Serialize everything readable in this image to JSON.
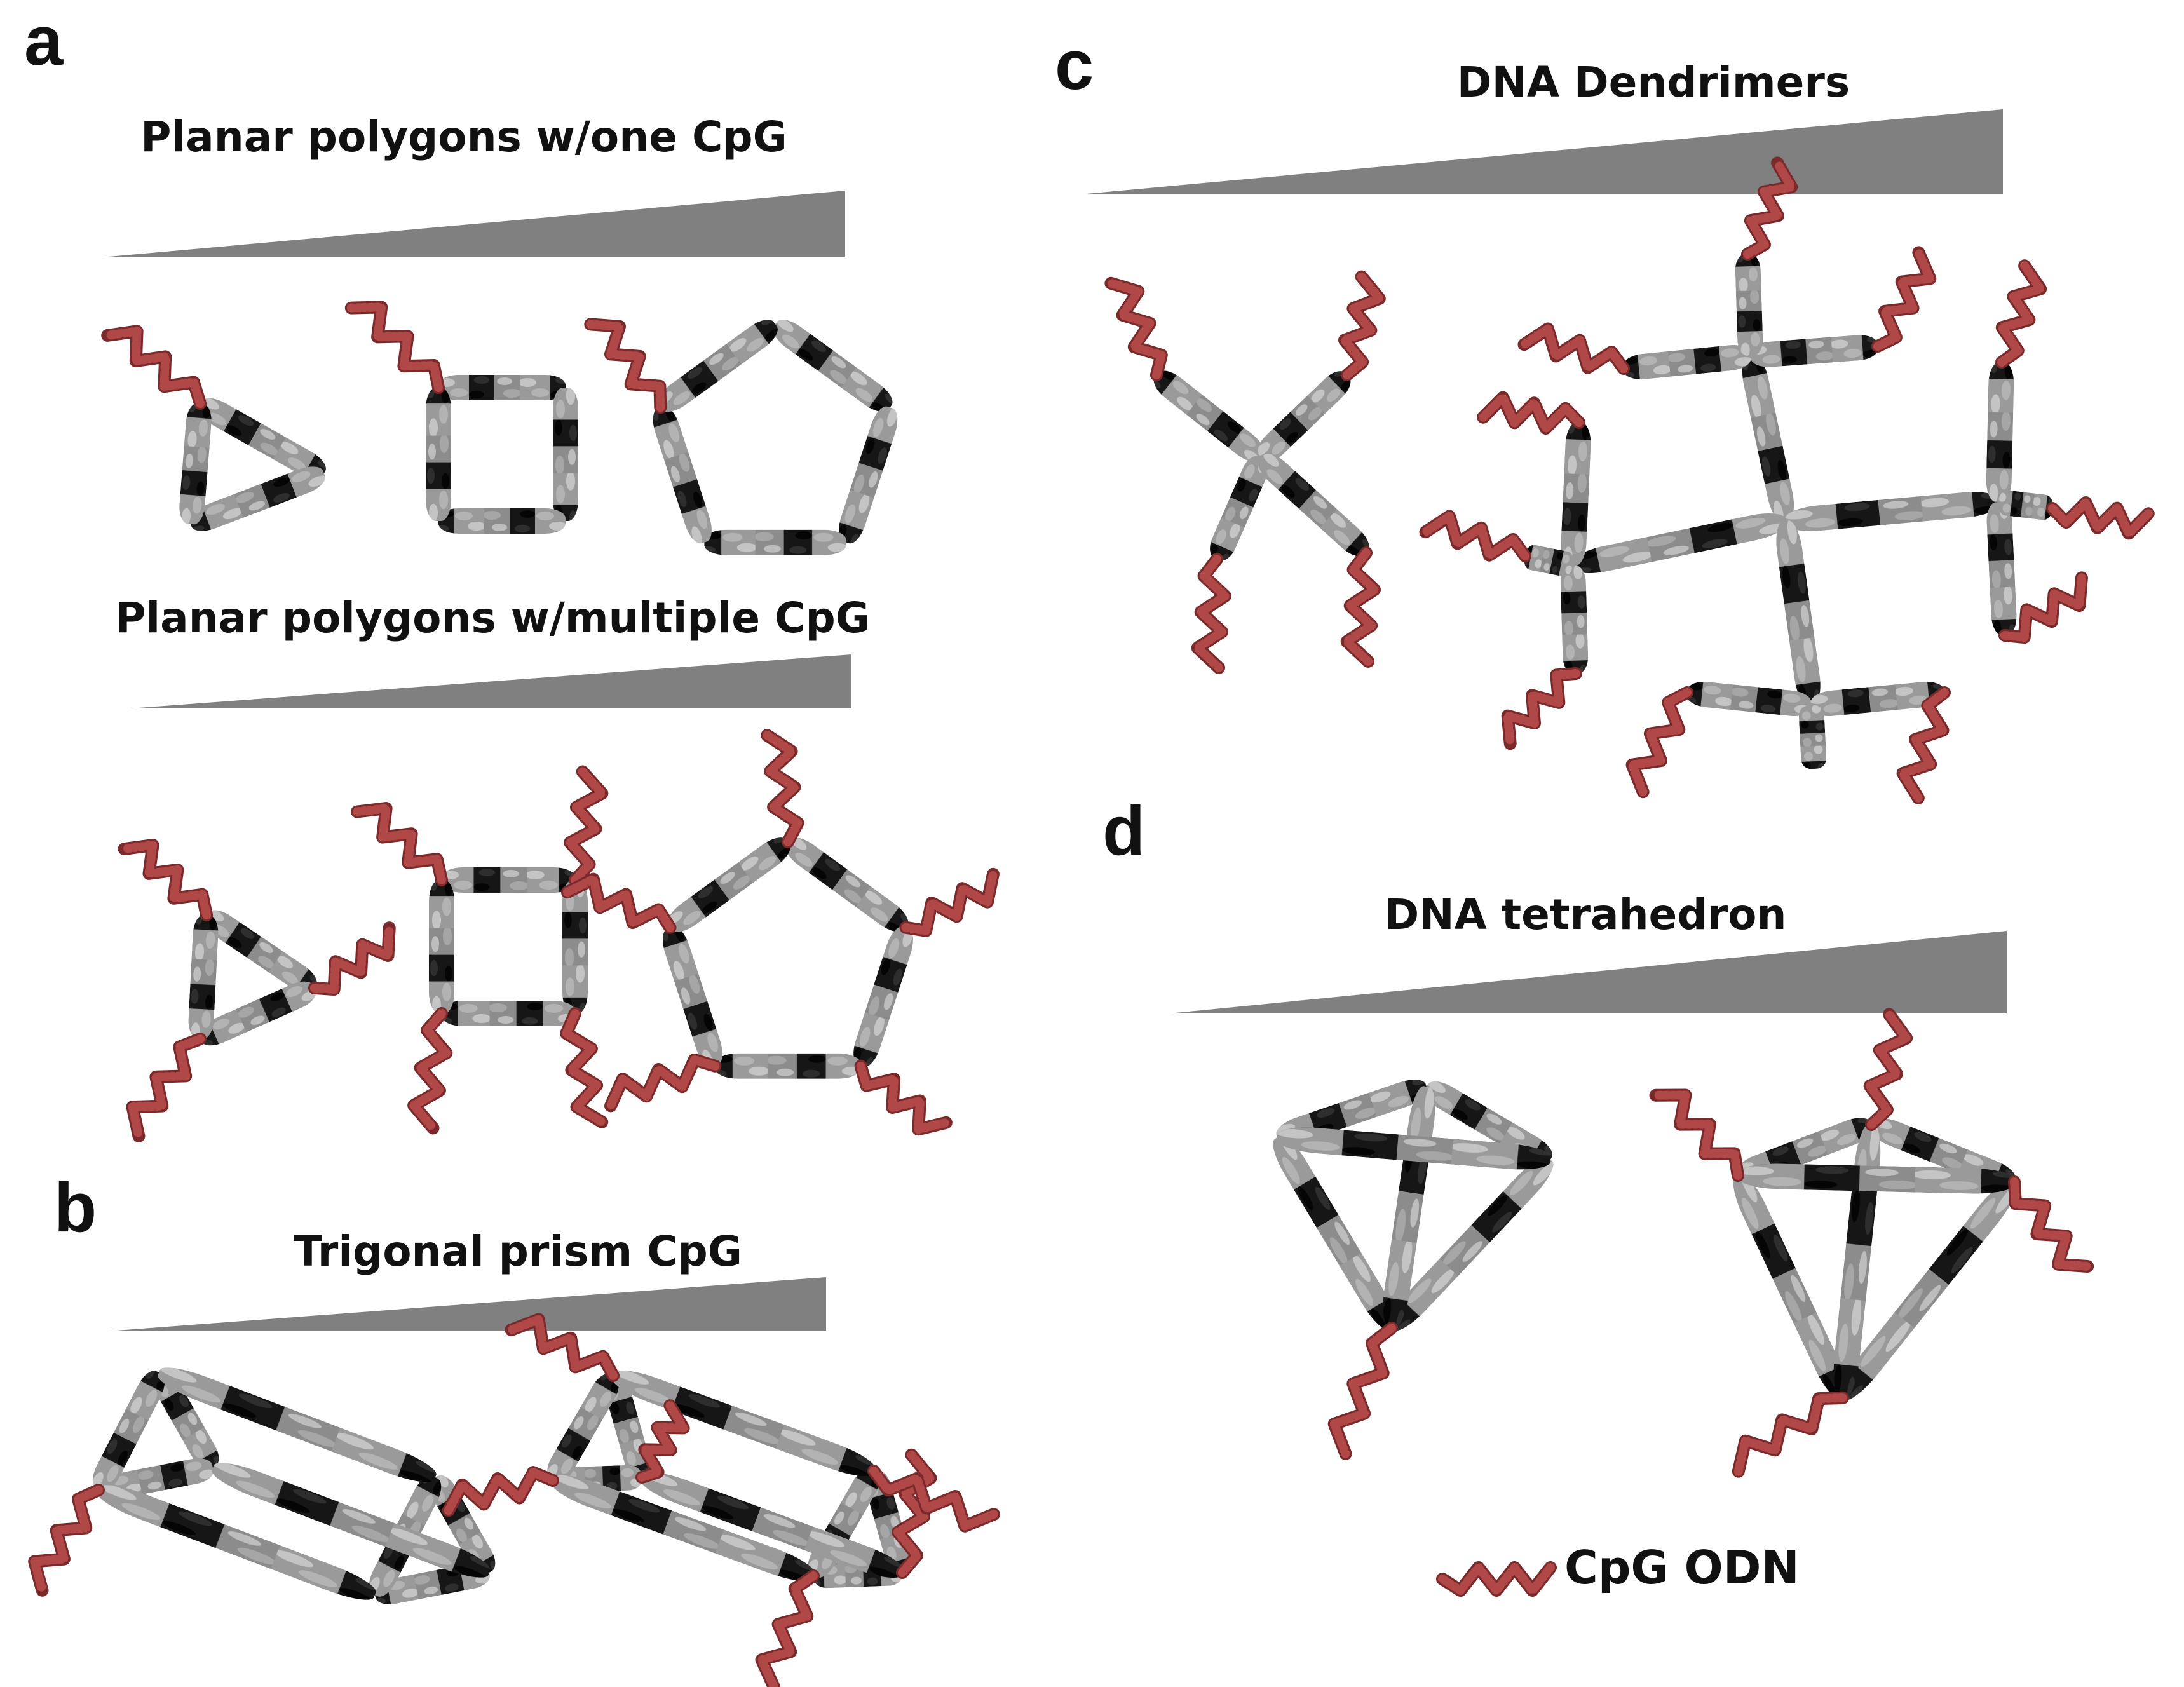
{
  "colors": {
    "strand_gray": "#9a9a9a",
    "strand_black": "#151515",
    "cpg_red": "#b04848",
    "wedge_gray": "#808080"
  },
  "panels": {
    "a": {
      "letter": "a",
      "heading_one": "Planar polygons w/one CpG",
      "heading_multi": "Planar polygons w/multiple CpG",
      "shapes_one": [
        "triangle",
        "square",
        "pentagon"
      ],
      "shapes_multi": [
        "triangle",
        "square",
        "pentagon"
      ]
    },
    "b": {
      "letter": "b",
      "heading": "Trigonal prism CpG"
    },
    "c": {
      "letter": "c",
      "heading": "DNA Dendrimers"
    },
    "d": {
      "letter": "d",
      "heading": "DNA tetrahedron"
    }
  },
  "legend": {
    "label": "CpG ODN",
    "icon": "cpg-odn-strand-icon"
  }
}
